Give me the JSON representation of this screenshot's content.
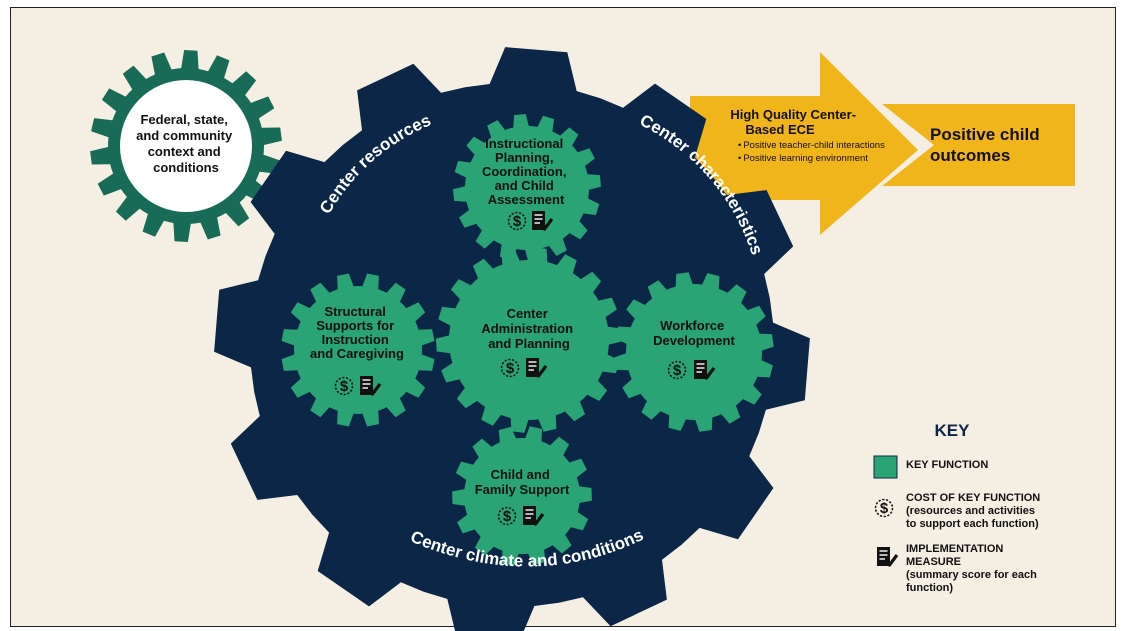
{
  "colors": {
    "background": "#f5efe3",
    "big_gear": "#0c2647",
    "function_gear": "#2aa474",
    "context_gear": "#176b57",
    "arrow": "#f1b51c"
  },
  "context_gear": {
    "lines": [
      "Federal, state,",
      "and community",
      "context and",
      "conditions"
    ]
  },
  "big_gear": {
    "top_left_label": "Center resources",
    "top_right_label": "Center characteristics",
    "bottom_label": "Center climate and conditions"
  },
  "functions": [
    {
      "id": "instructional",
      "lines": [
        "Instructional",
        "Planning,",
        "Coordination,",
        "and Child",
        "Assessment"
      ]
    },
    {
      "id": "structural",
      "lines": [
        "Structural",
        "Supports for",
        "Instruction",
        "and Caregiving"
      ]
    },
    {
      "id": "administration",
      "lines": [
        "Center",
        "Administration",
        "and Planning"
      ]
    },
    {
      "id": "workforce",
      "lines": [
        "Workforce",
        "Development"
      ]
    },
    {
      "id": "family",
      "lines": [
        "Child and",
        "Family Support"
      ]
    }
  ],
  "quality_arrow": {
    "title_lines": [
      "High Quality Center-",
      "Based ECE"
    ],
    "bullets": [
      "Positive teacher-child interactions",
      "Positive learning environment"
    ]
  },
  "outcome_arrow": {
    "lines": [
      "Positive child",
      "outcomes"
    ]
  },
  "key": {
    "title": "KEY",
    "function_label": "KEY FUNCTION",
    "cost_label": "COST OF KEY FUNCTION",
    "cost_sub": [
      "(resources and activities",
      "to support each function)"
    ],
    "measure_label": [
      "IMPLEMENTATION",
      "MEASURE"
    ],
    "measure_sub": [
      "(summary score for each",
      "function)"
    ]
  },
  "icons": {
    "cost": "dollar-icon",
    "measure": "checklist-icon"
  }
}
